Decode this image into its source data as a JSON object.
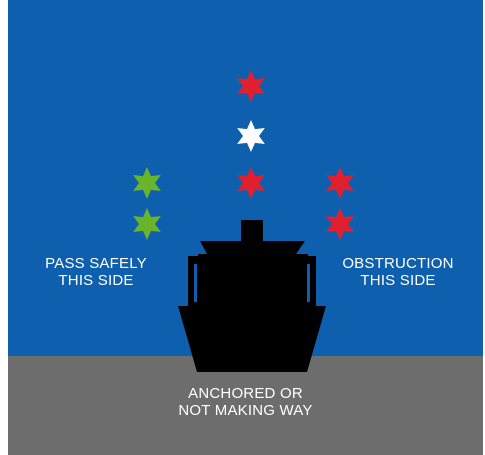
{
  "colors": {
    "sky": "#0f5faf",
    "water": "#6d6d6d",
    "vessel": "#000000",
    "light_red": "#e0202e",
    "light_white": "#ffffff",
    "light_green": "#6ab42c"
  },
  "icons": {
    "light": "star-light-icon",
    "vessel": "vessel-silhouette"
  },
  "labels": {
    "left_line1": "PASS SAFELY",
    "left_line2": "THIS SIDE",
    "right_line1": "OBSTRUCTION",
    "right_line2": "THIS SIDE",
    "bottom_line1": "ANCHORED OR",
    "bottom_line2": "NOT MAKING WAY"
  },
  "lights": {
    "mast": [
      "red",
      "white",
      "red"
    ],
    "left_side": [
      "green",
      "green"
    ],
    "right_side": [
      "red",
      "red"
    ]
  }
}
